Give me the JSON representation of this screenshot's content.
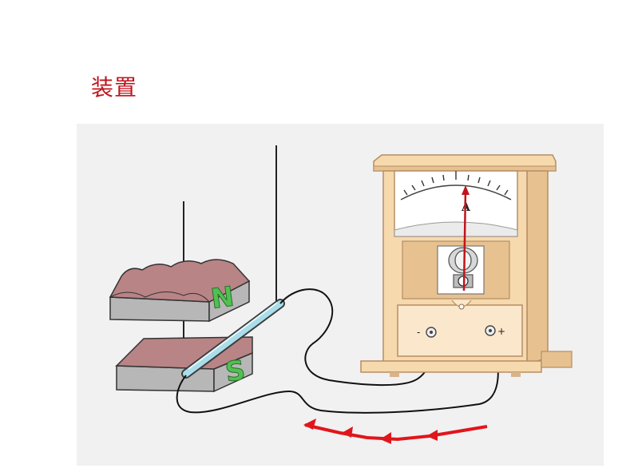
{
  "title": "装置",
  "colors": {
    "title": "#c0141c",
    "panel": "#f1f1f1",
    "magnet_top": "#b98486",
    "magnet_side": "#b7b7b7",
    "pole_label": "#4fc14f",
    "meter_wood": "#f6d9ad",
    "meter_wood_dark": "#e8c190",
    "meter_outline": "#c9a077",
    "needle": "#c0141c",
    "arrow": "#e0161c",
    "rod": "#a9dde9"
  },
  "magnet": {
    "north_label": "N",
    "south_label": "S"
  },
  "ammeter": {
    "unit_label": "A",
    "negative_label": "-",
    "positive_label": "+"
  },
  "current_arrow": {
    "direction": "leftward",
    "icon": "current-direction-arrows"
  }
}
